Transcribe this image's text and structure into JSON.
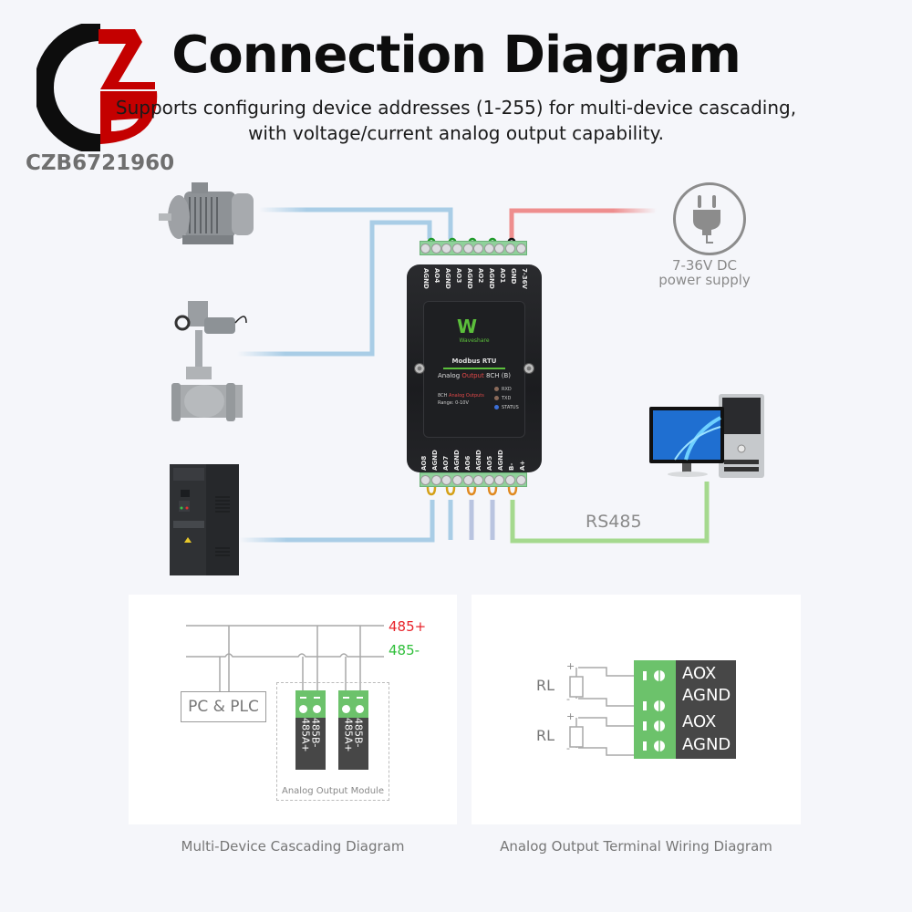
{
  "header": {
    "title": "Connection Diagram",
    "subtitle_line1": "Supports configuring device addresses (1-255) for multi-device cascading,",
    "subtitle_line2": "with voltage/current analog output capability."
  },
  "watermark": {
    "logo_letters": "CZB",
    "text": "CZB6721960",
    "colors": {
      "black": "#0d0d0d",
      "red": "#c40000",
      "gray": "#6f6f6f"
    }
  },
  "module": {
    "brand": "Waveshare",
    "protocol": "Modbus RTU",
    "name_prefix": "Analog",
    "name_highlight": "Output",
    "name_suffix": "8CH (B)",
    "info_prefix": "8CH",
    "info_highlight": "Analog Outputs",
    "range": "Range:  0-10V",
    "leds": [
      {
        "label": "RXD",
        "color": "#8a6a5a"
      },
      {
        "label": "TXD",
        "color": "#8a6a5a"
      },
      {
        "label": "STATUS",
        "color": "#3c6fd8"
      }
    ],
    "top_pins": [
      "AGND",
      "AO4",
      "AGND",
      "AO3",
      "AGND",
      "AO2",
      "AGND",
      "AO1",
      "GND",
      "7-36V"
    ],
    "bottom_pins": [
      "AO8",
      "AGND",
      "AO7",
      "AGND",
      "AO6",
      "AGND",
      "AO5",
      "AGND",
      "B-",
      "A+"
    ]
  },
  "peripherals": {
    "motor": "motor",
    "valve": "electric-valve",
    "inverter": "frequency-inverter",
    "computer": "desktop-computer"
  },
  "power": {
    "line1": "7-36V DC",
    "line2": "power supply"
  },
  "bus_label": "RS485",
  "wire_colors": {
    "analog": "#a9cde6",
    "power": "#ee8e8e",
    "rs485": "#a5d98e"
  },
  "cascading_diagram": {
    "bus_plus": "485+",
    "bus_minus": "485-",
    "host": "PC  & PLC",
    "module_group_label": "Analog Output Module",
    "module_pin_a": "485A+",
    "module_pin_b": "485B-",
    "caption": "Multi-Device Cascading Diagram"
  },
  "wiring_diagram": {
    "load_label": "RL",
    "plus": "+",
    "minus": "-",
    "terminals": [
      "AOX",
      "AGND",
      "AOX",
      "AGND"
    ],
    "caption": "Analog Output Terminal Wiring Diagram"
  }
}
